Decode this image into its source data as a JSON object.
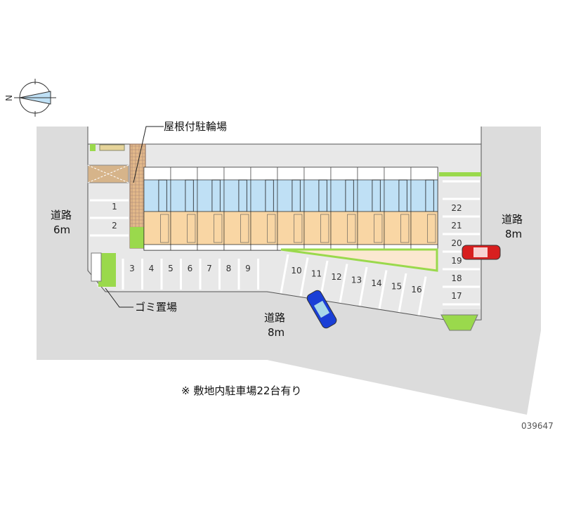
{
  "labels": {
    "bicycle_parking": "屋根付駐輪場",
    "garbage_area": "ゴミ置場",
    "road_left": "道路",
    "road_left_width": "6m",
    "road_right": "道路",
    "road_right_width": "8m",
    "road_bottom": "道路",
    "road_bottom_width": "8m",
    "note": "※ 敷地内駐車場22台有り",
    "property_code": "039647",
    "compass_north": "N"
  },
  "parking_spaces": [
    "1",
    "2",
    "3",
    "4",
    "5",
    "6",
    "7",
    "8",
    "9",
    "10",
    "11",
    "12",
    "13",
    "14",
    "15",
    "16",
    "17",
    "18",
    "19",
    "20",
    "21",
    "22"
  ],
  "building_units": 11,
  "colors": {
    "road": "#dcdcdc",
    "lot": "#e6e6e6",
    "room_blue": "#bfe0f5",
    "room_orange": "#f9d6a4",
    "green": "#9ad94c",
    "car_red": "#d81f1f",
    "car_blue": "#1a3fd6"
  }
}
